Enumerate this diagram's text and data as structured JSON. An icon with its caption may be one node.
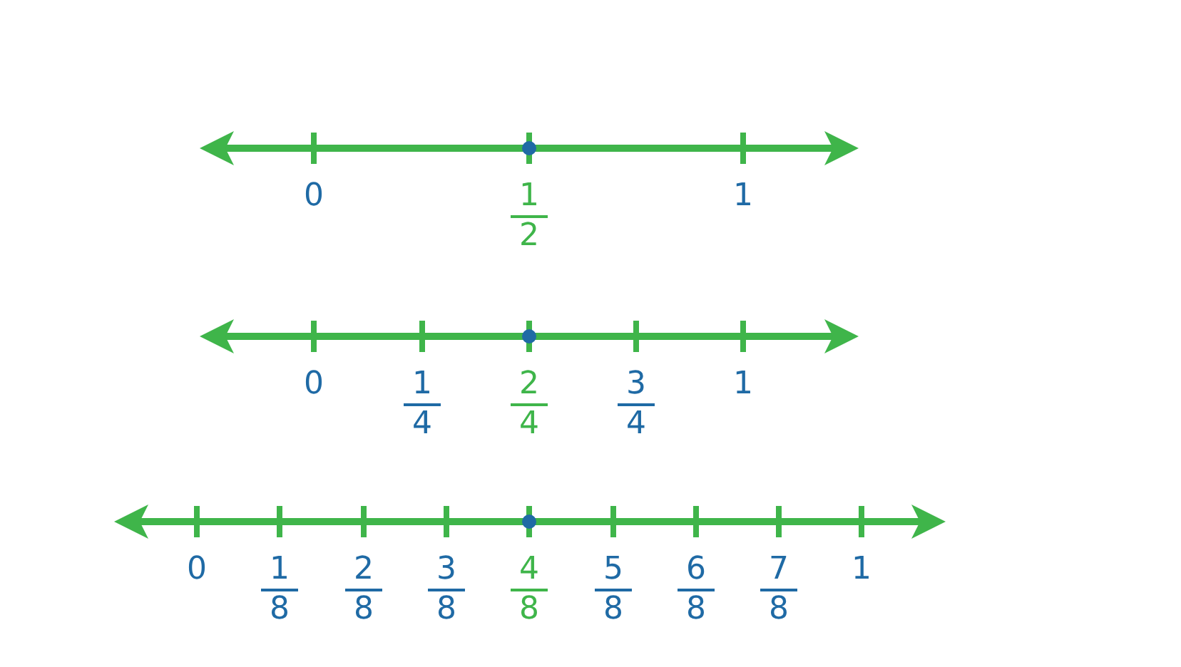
{
  "diagram": {
    "labels": [
      "0",
      "1",
      "2",
      "1",
      "0",
      "1",
      "4",
      "2",
      "4",
      "3",
      "4",
      "1",
      "0",
      "1",
      "8",
      "2",
      "8",
      "3",
      "8",
      "4",
      "8",
      "5",
      "8",
      "6",
      "8",
      "7",
      "8",
      "1"
    ]
  }
}
